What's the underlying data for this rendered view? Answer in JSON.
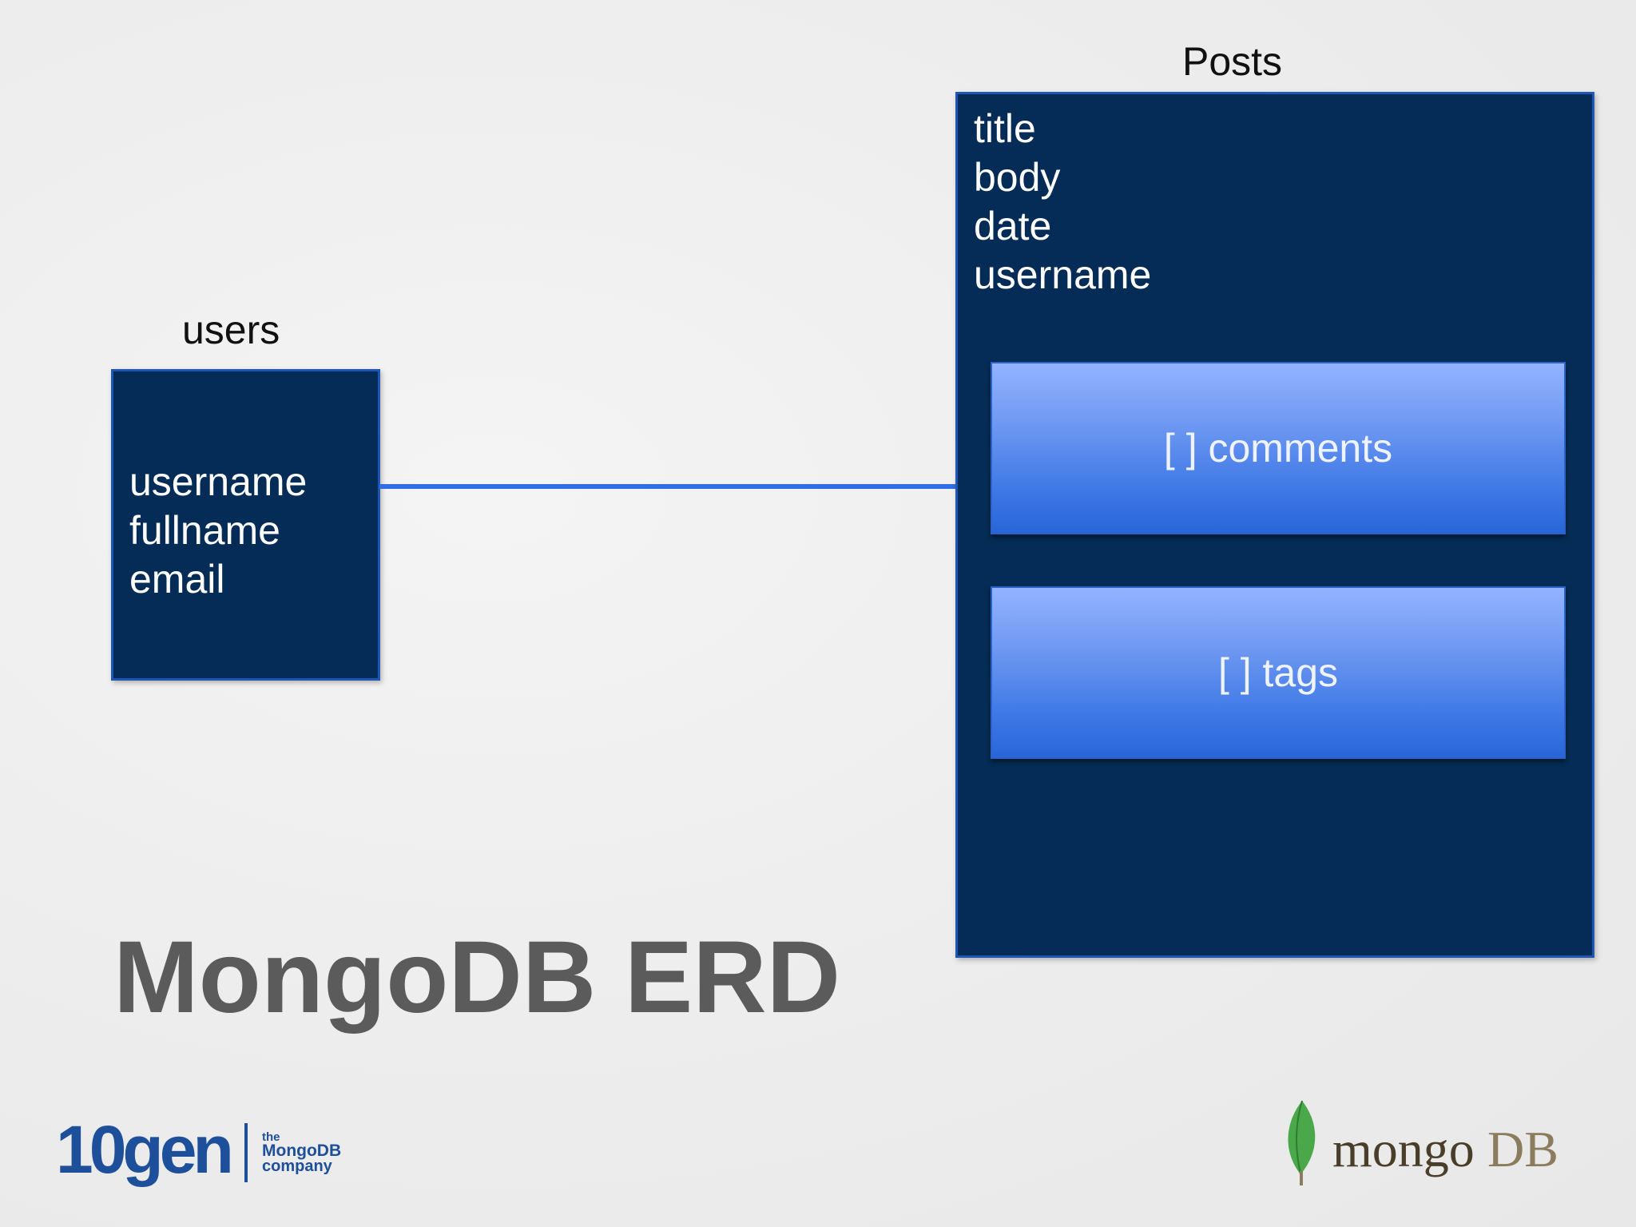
{
  "title": "MongoDB ERD",
  "users": {
    "label": "users",
    "fields": [
      "username",
      "fullname",
      "email"
    ]
  },
  "posts": {
    "label": "Posts",
    "fields": [
      "title",
      "body",
      "date",
      "username"
    ],
    "embedded": [
      {
        "label": "[ ] comments"
      },
      {
        "label": "[ ] tags"
      }
    ]
  },
  "logos": {
    "left": {
      "brand": "10gen",
      "tagline": [
        "the",
        "MongoDB",
        "company"
      ]
    },
    "right": {
      "brand": "mongoDB",
      "icon": "leaf-icon"
    }
  },
  "colors": {
    "entity_fill": "#042c56",
    "entity_border": "#1f56b3",
    "embedded_fill": "#5a8cf0",
    "connector": "#2f6ee8",
    "title": "#5b5b5b",
    "leaf": "#4aa84a"
  }
}
